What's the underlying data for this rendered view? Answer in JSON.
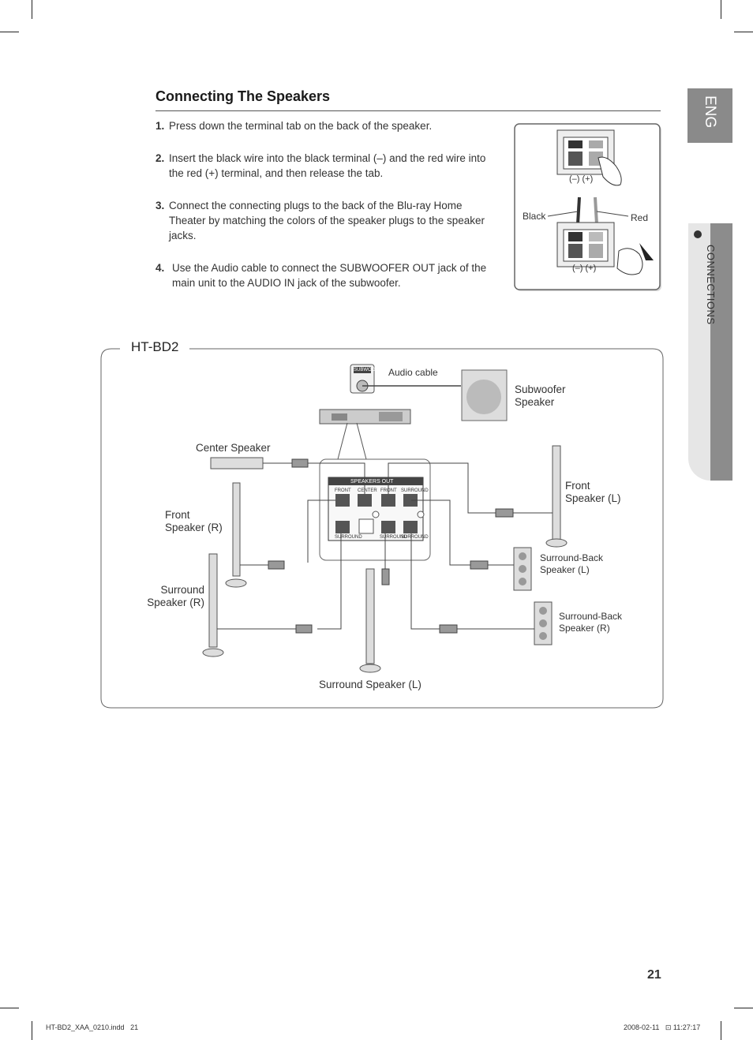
{
  "header": {
    "title": "Connecting The Speakers"
  },
  "steps": [
    {
      "num": "1.",
      "text": "Press down the terminal tab on the back of the speaker."
    },
    {
      "num": "2.",
      "text": "Insert the black wire into the black terminal (–) and the red wire into the red (+) terminal, and then release the tab."
    },
    {
      "num": "3.",
      "text": "Connect the connecting plugs to the back of the Blu-ray Home Theater by matching the colors of the speaker plugs to the speaker jacks."
    },
    {
      "num": "4.",
      "text": "Use the Audio cable to connect the SUBWOOFER OUT jack of the main unit to the AUDIO IN jack of the subwoofer."
    }
  ],
  "inset": {
    "polarity_top": "(–)  (+)",
    "polarity_bottom": "(–)  (+)",
    "black": "Black",
    "red": "Red"
  },
  "sidebar": {
    "lang_tab": "ENG",
    "section": "CONNECTIONS"
  },
  "diagram": {
    "model": "HT-BD2",
    "audio_cable": "Audio cable",
    "subwoofer": "Subwoofer\nSpeaker",
    "center": "Center Speaker",
    "front_r": "Front\nSpeaker (R)",
    "front_l": "Front\nSpeaker (L)",
    "surround_r": "Surround\nSpeaker (R)",
    "surround_l": "Surround Speaker (L)",
    "surround_back_l": "Surround-Back\nSpeaker (L)",
    "surround_back_r": "Surround-Back\nSpeaker (R)",
    "panel_title": "SPEAKERS OUT",
    "jack_labels": [
      "FRONT",
      "CENTER",
      "FRONT",
      "SURROUND",
      "SURROUND",
      "SURROUND",
      "SURROUND"
    ],
    "sub_out_label": "SUBWOOFER OUT"
  },
  "footer": {
    "page_number": "21",
    "file": "HT-BD2_XAA_0210.indd   21",
    "date": "2008-02-11   ⊡ 11:27:17"
  }
}
